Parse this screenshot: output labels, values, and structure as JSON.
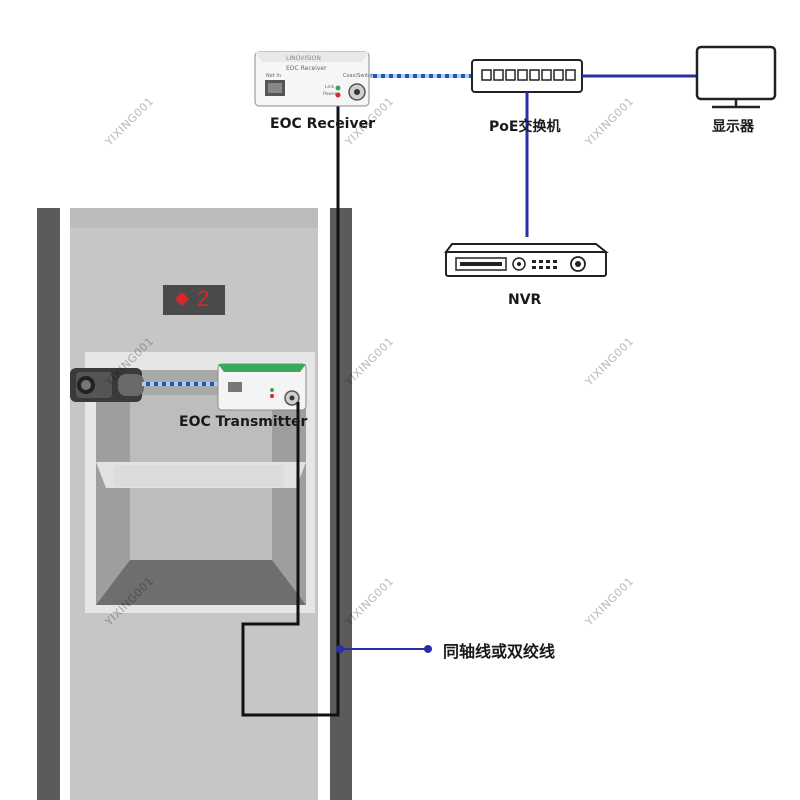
{
  "devices": {
    "eoc_receiver": {
      "label": "EOC Receiver",
      "brand_text": "LINOVISION",
      "device_text": "EOC Receiver",
      "port_left": "Net In",
      "port_right": "Coax/Switch",
      "led_link": "Link",
      "led_power": "Power"
    },
    "poe_switch": {
      "label": "PoE交换机"
    },
    "monitor": {
      "label": "显示器"
    },
    "nvr": {
      "label": "NVR"
    },
    "eoc_transmitter": {
      "label": "EOC Transmitter"
    }
  },
  "elevator": {
    "floor_number": "2"
  },
  "cable_legend": {
    "label": "同轴线或双绞线"
  },
  "watermark": "YIXING001",
  "colors": {
    "blue_line": "#2a2fa8",
    "dashed_blue": "#2f4fc0",
    "dashed_cyan": "#9fd8e6",
    "cable_black": "#111111",
    "accent_green": "#3aa85a",
    "floor_red": "#d9262c"
  }
}
